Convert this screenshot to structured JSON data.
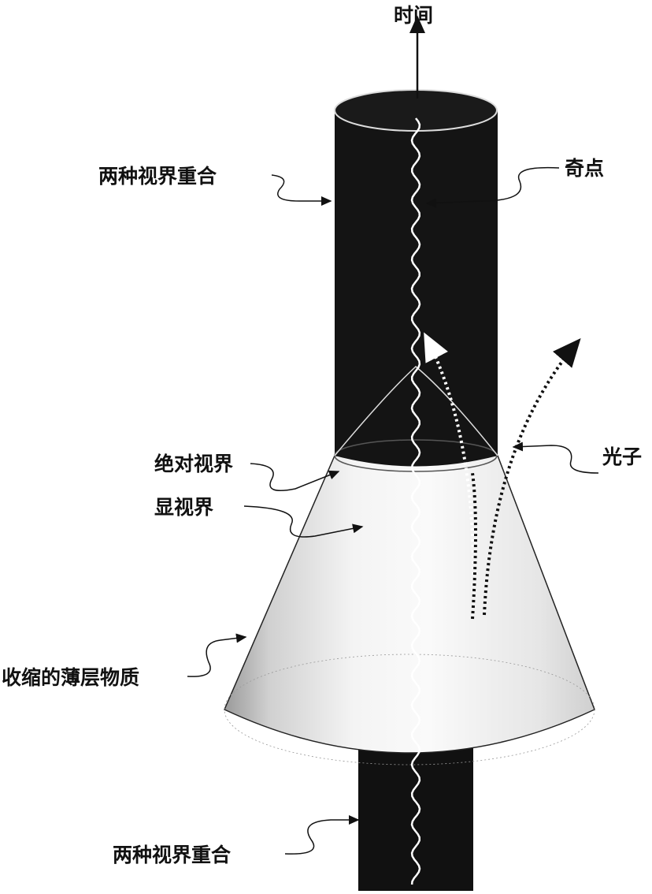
{
  "labels": {
    "time": "时间",
    "horizons_coincide_top": "两种视界重合",
    "singularity": "奇点",
    "photon": "光子",
    "absolute_horizon": "绝对视界",
    "apparent_horizon": "显视界",
    "collapsing_shell": "收缩的薄层物质",
    "horizons_coincide_bottom": "两种视界重合"
  }
}
